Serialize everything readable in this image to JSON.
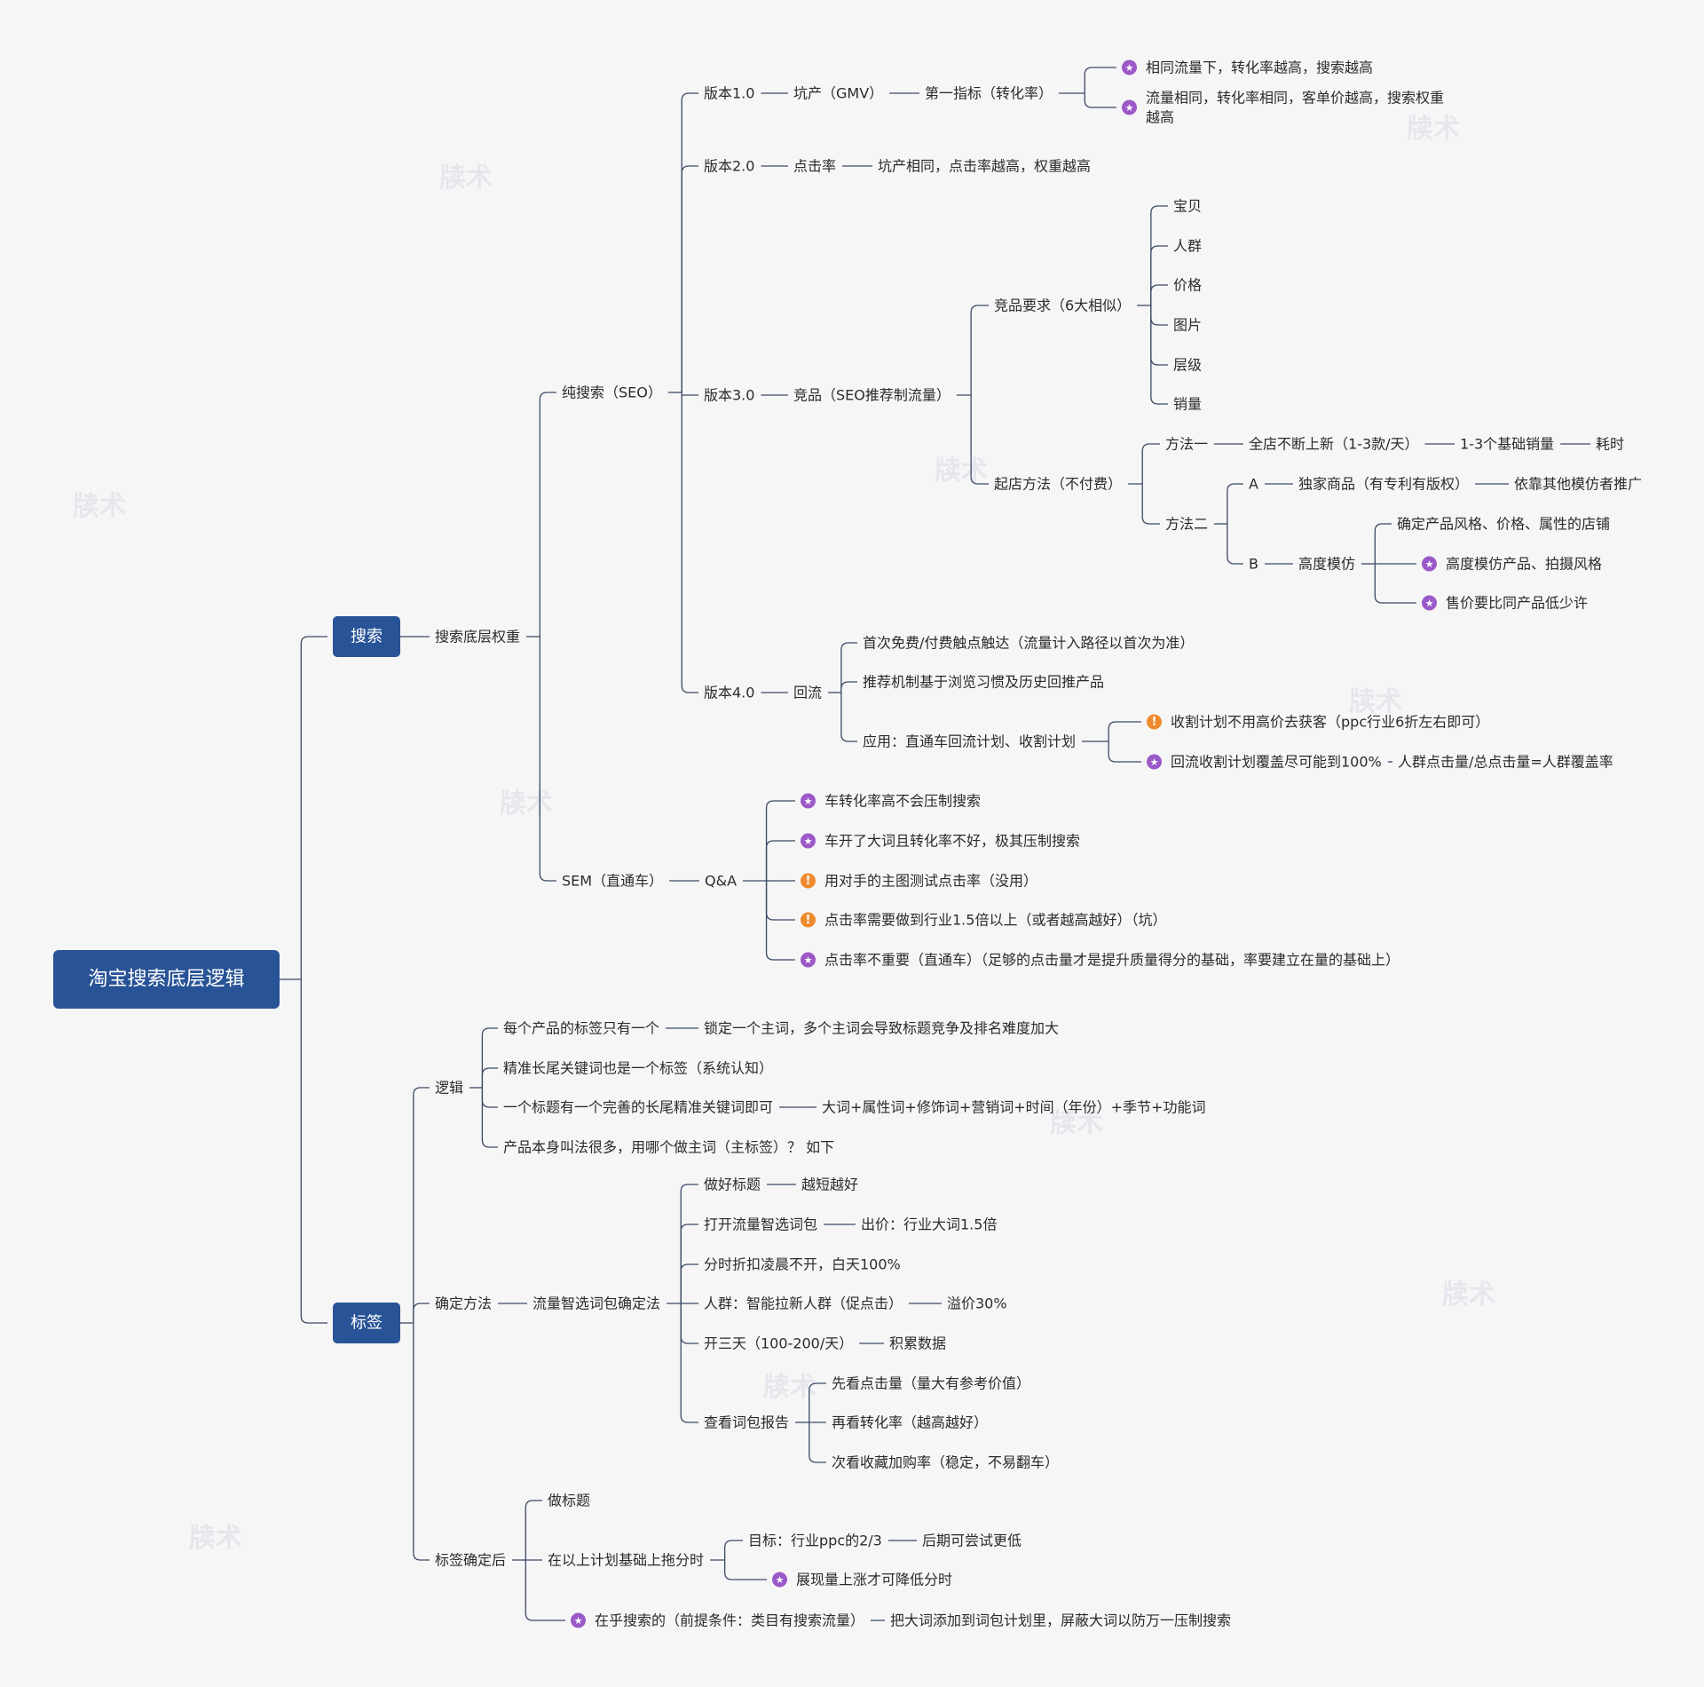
{
  "title": "淘宝搜索底层逻辑",
  "colors": {
    "main_node": "#285396",
    "star_marker": "#9b59c8",
    "warn_marker": "#ee8a2e",
    "line": "#3b4a66"
  },
  "watermark": "牍术",
  "nodes": [
    {
      "id": "root",
      "text": "淘宝搜索底层逻辑",
      "kind": "root",
      "children": [
        "search",
        "tag"
      ]
    },
    {
      "id": "search",
      "text": "搜索",
      "kind": "main",
      "children": [
        "search_w"
      ]
    },
    {
      "id": "search_w",
      "text": "搜索底层权重",
      "children": [
        "seo",
        "sem"
      ]
    },
    {
      "id": "seo",
      "text": "纯搜索（SEO）",
      "children": [
        "v1",
        "v2",
        "v3",
        "v4"
      ]
    },
    {
      "id": "v1",
      "text": "版本1.0",
      "children": [
        "v1a"
      ]
    },
    {
      "id": "v1a",
      "text": "坑产（GMV）",
      "children": [
        "v1b"
      ]
    },
    {
      "id": "v1b",
      "text": "第一指标（转化率）",
      "children": [
        "v1c1",
        "v1c2"
      ]
    },
    {
      "id": "v1c1",
      "text": "相同流量下，转化率越高，搜索越高",
      "marker": "star"
    },
    {
      "id": "v1c2",
      "text": "流量相同，转化率相同，客单价越高，搜索权重",
      "text2": "越高",
      "marker": "star"
    },
    {
      "id": "v2",
      "text": "版本2.0",
      "children": [
        "v2a"
      ]
    },
    {
      "id": "v2a",
      "text": "点击率",
      "children": [
        "v2b"
      ]
    },
    {
      "id": "v2b",
      "text": "坑产相同，点击率越高，权重越高"
    },
    {
      "id": "v3",
      "text": "版本3.0",
      "children": [
        "v3a"
      ]
    },
    {
      "id": "v3a",
      "text": "竞品（SEO推荐制流量）",
      "children": [
        "comp",
        "start"
      ]
    },
    {
      "id": "comp",
      "text": "竞品要求（6大相似）",
      "children": [
        "c1",
        "c2",
        "c3",
        "c4",
        "c5",
        "c6"
      ]
    },
    {
      "id": "c1",
      "text": "宝贝"
    },
    {
      "id": "c2",
      "text": "人群"
    },
    {
      "id": "c3",
      "text": "价格"
    },
    {
      "id": "c4",
      "text": "图片"
    },
    {
      "id": "c5",
      "text": "层级"
    },
    {
      "id": "c6",
      "text": "销量"
    },
    {
      "id": "start",
      "text": "起店方法（不付费）",
      "children": [
        "m1",
        "m2"
      ]
    },
    {
      "id": "m1",
      "text": "方法一",
      "children": [
        "m1a"
      ]
    },
    {
      "id": "m1a",
      "text": "全店不断上新（1-3款/天）",
      "children": [
        "m1b"
      ]
    },
    {
      "id": "m1b",
      "text": "1-3个基础销量",
      "children": [
        "m1c"
      ]
    },
    {
      "id": "m1c",
      "text": "耗时"
    },
    {
      "id": "m2",
      "text": "方法二",
      "children": [
        "mA",
        "mB"
      ]
    },
    {
      "id": "mA",
      "text": "A",
      "children": [
        "mAa"
      ]
    },
    {
      "id": "mAa",
      "text": "独家商品（有专利有版权）",
      "children": [
        "mAb"
      ]
    },
    {
      "id": "mAb",
      "text": "依靠其他模仿者推广"
    },
    {
      "id": "mB",
      "text": "B",
      "children": [
        "mBa"
      ]
    },
    {
      "id": "mBa",
      "text": "高度模仿",
      "children": [
        "mB1",
        "mB2",
        "mB3"
      ]
    },
    {
      "id": "mB1",
      "text": "确定产品风格、价格、属性的店铺"
    },
    {
      "id": "mB2",
      "text": "高度模仿产品、拍摄风格",
      "marker": "star"
    },
    {
      "id": "mB3",
      "text": "售价要比同产品低少许",
      "marker": "star"
    },
    {
      "id": "v4",
      "text": "版本4.0",
      "children": [
        "v4a"
      ]
    },
    {
      "id": "v4a",
      "text": "回流",
      "children": [
        "r1",
        "r2",
        "r3"
      ]
    },
    {
      "id": "r1",
      "text": "首次免费/付费触点触达（流量计入路径以首次为准）"
    },
    {
      "id": "r2",
      "text": "推荐机制基于浏览习惯及历史回推产品"
    },
    {
      "id": "r3",
      "text": "应用：直通车回流计划、收割计划",
      "children": [
        "r3a",
        "r3b"
      ]
    },
    {
      "id": "r3a",
      "text": "收割计划不用高价去获客（ppc行业6折左右即可）",
      "marker": "warn"
    },
    {
      "id": "r3b",
      "text": "回流收割计划覆盖尽可能到100%",
      "marker": "star",
      "children": [
        "r3c"
      ]
    },
    {
      "id": "r3c",
      "text": "人群点击量/总点击量=人群覆盖率"
    },
    {
      "id": "sem",
      "text": "SEM（直通车）",
      "children": [
        "qa"
      ]
    },
    {
      "id": "qa",
      "text": "Q&A",
      "children": [
        "q1",
        "q2",
        "q3",
        "q4",
        "q5"
      ]
    },
    {
      "id": "q1",
      "text": "车转化率高不会压制搜索",
      "marker": "star"
    },
    {
      "id": "q2",
      "text": "车开了大词且转化率不好，极其压制搜索",
      "marker": "star"
    },
    {
      "id": "q3",
      "text": "用对手的主图测试点击率（没用）",
      "marker": "warn"
    },
    {
      "id": "q4",
      "text": "点击率需要做到行业1.5倍以上（或者越高越好）（坑）",
      "marker": "warn"
    },
    {
      "id": "q5",
      "text": "点击率不重要（直通车）（足够的点击量才是提升质量得分的基础，率要建立在量的基础上）",
      "marker": "star"
    },
    {
      "id": "tag",
      "text": "标签",
      "kind": "main",
      "children": [
        "logic",
        "method",
        "after"
      ]
    },
    {
      "id": "logic",
      "text": "逻辑",
      "children": [
        "l1",
        "l2",
        "l3",
        "l4"
      ]
    },
    {
      "id": "l1",
      "text": "每个产品的标签只有一个",
      "children": [
        "l1a"
      ]
    },
    {
      "id": "l1a",
      "text": "锁定一个主词，多个主词会导致标题竞争及排名难度加大"
    },
    {
      "id": "l2",
      "text": "精准长尾关键词也是一个标签（系统认知）"
    },
    {
      "id": "l3",
      "text": "一个标题有一个完善的长尾精准关键词即可",
      "children": [
        "l3a"
      ]
    },
    {
      "id": "l3a",
      "text": "大词+属性词+修饰词+营销词+时间（年份）+季节+功能词"
    },
    {
      "id": "l4",
      "text": "产品本身叫法很多，用哪个做主词（主标签）？ 如下"
    },
    {
      "id": "method",
      "text": "确定方法",
      "children": [
        "flow"
      ]
    },
    {
      "id": "flow",
      "text": "流量智选词包确定法",
      "children": [
        "f1",
        "f2",
        "f3",
        "f4",
        "f5",
        "f6"
      ]
    },
    {
      "id": "f1",
      "text": "做好标题",
      "children": [
        "f1a"
      ]
    },
    {
      "id": "f1a",
      "text": "越短越好"
    },
    {
      "id": "f2",
      "text": "打开流量智选词包",
      "children": [
        "f2a"
      ]
    },
    {
      "id": "f2a",
      "text": "出价：行业大词1.5倍"
    },
    {
      "id": "f3",
      "text": "分时折扣凌晨不开，白天100%"
    },
    {
      "id": "f4",
      "text": "人群：智能拉新人群（促点击）",
      "children": [
        "f4a"
      ]
    },
    {
      "id": "f4a",
      "text": "溢价30%"
    },
    {
      "id": "f5",
      "text": "开三天（100-200/天）",
      "children": [
        "f5a"
      ]
    },
    {
      "id": "f5a",
      "text": "积累数据"
    },
    {
      "id": "f6",
      "text": "查看词包报告",
      "children": [
        "f6a",
        "f6b",
        "f6c"
      ]
    },
    {
      "id": "f6a",
      "text": "先看点击量（量大有参考价值）"
    },
    {
      "id": "f6b",
      "text": "再看转化率（越高越好）"
    },
    {
      "id": "f6c",
      "text": "次看收藏加购率（稳定，不易翻车）"
    },
    {
      "id": "after",
      "text": "标签确定后",
      "children": [
        "a1",
        "a2",
        "a3"
      ]
    },
    {
      "id": "a1",
      "text": "做标题"
    },
    {
      "id": "a2",
      "text": "在以上计划基础上拖分时",
      "children": [
        "a2a",
        "a2b"
      ]
    },
    {
      "id": "a2a",
      "text": "目标：行业ppc的2/3",
      "children": [
        "a2c"
      ]
    },
    {
      "id": "a2c",
      "text": "后期可尝试更低"
    },
    {
      "id": "a2b",
      "text": "展现量上涨才可降低分时",
      "marker": "star"
    },
    {
      "id": "a3",
      "text": "在乎搜索的（前提条件：类目有搜索流量）",
      "marker": "star",
      "children": [
        "a3a"
      ]
    },
    {
      "id": "a3a",
      "text": "把大词添加到词包计划里，屏蔽大词以防万一压制搜索"
    }
  ]
}
